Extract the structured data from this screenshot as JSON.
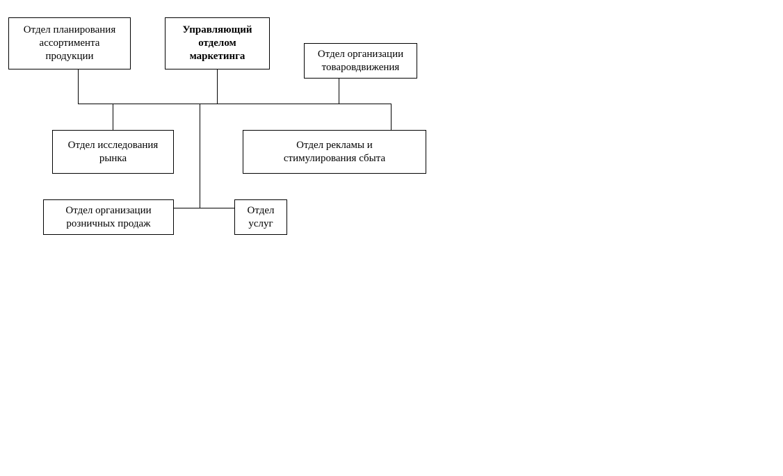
{
  "diagram": {
    "nodes": {
      "head": {
        "label": "Управляющий\nотделом\nмаркетинга"
      },
      "assortment": {
        "label": "Отдел планирования\nассортимента\nпродукции"
      },
      "distribution": {
        "label": "Отдел организации\nтоваровдвижения"
      },
      "research": {
        "label": "Отдел исследования\nрынка"
      },
      "advertising": {
        "label": "Отдел рекламы и\nстимулирования сбыта"
      },
      "retail": {
        "label": "Отдел организации\nрозничных продаж"
      },
      "services": {
        "label": "Отдел\nуслуг"
      }
    },
    "colors": {
      "line": "#000000",
      "box_border": "#000000",
      "background": "#ffffff"
    }
  }
}
